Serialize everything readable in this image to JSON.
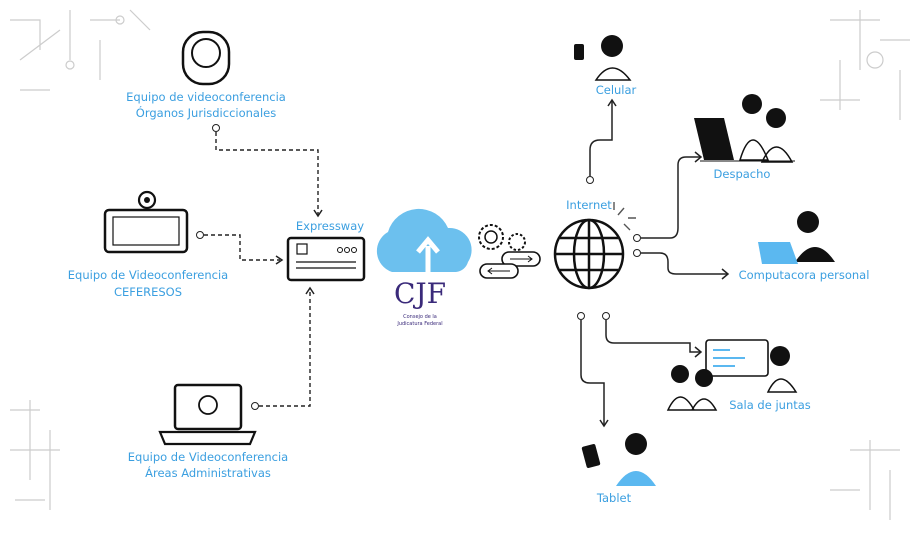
{
  "title": "Videoconferencing network diagram",
  "nodes": {
    "organos": {
      "line1": "Equipo de videoconferencia",
      "line2": "Órganos Jurisdiccionales"
    },
    "ceferesos": {
      "line1": "Equipo de Videoconferencia",
      "line2": "CEFERESOS"
    },
    "areas": {
      "line1": "Equipo de Videoconferencia",
      "line2": "Áreas Administrativas"
    },
    "expressway": "Expressway",
    "internet": "Internet",
    "celular": "Celular",
    "despacho": "Despacho",
    "computadora": "Computacora personal",
    "sala": "Sala de juntas",
    "tablet": "Tablet"
  },
  "logo": {
    "mark": "CJF",
    "line1": "Consejo de la",
    "line2": "Judicatura Federal"
  },
  "colors": {
    "label": "#3b9fe0",
    "cloud": "#6cc0ee",
    "logo": "#3a2a7a",
    "accent": "#5bb8f0"
  }
}
